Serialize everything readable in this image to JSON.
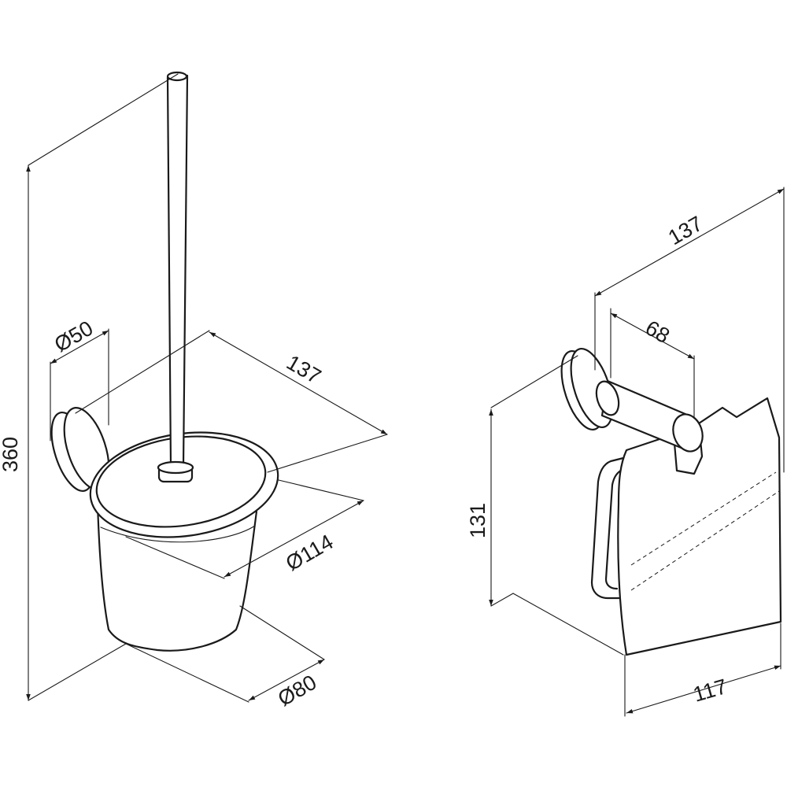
{
  "brush_holder": {
    "height": "360",
    "depth": "137",
    "wall_plate_diameter": "Ø50",
    "bowl_top_diameter": "Ø114",
    "bowl_bottom_diameter": "Ø80"
  },
  "paper_holder": {
    "depth": "137",
    "arm_length": "68",
    "height": "131",
    "width": "117"
  }
}
